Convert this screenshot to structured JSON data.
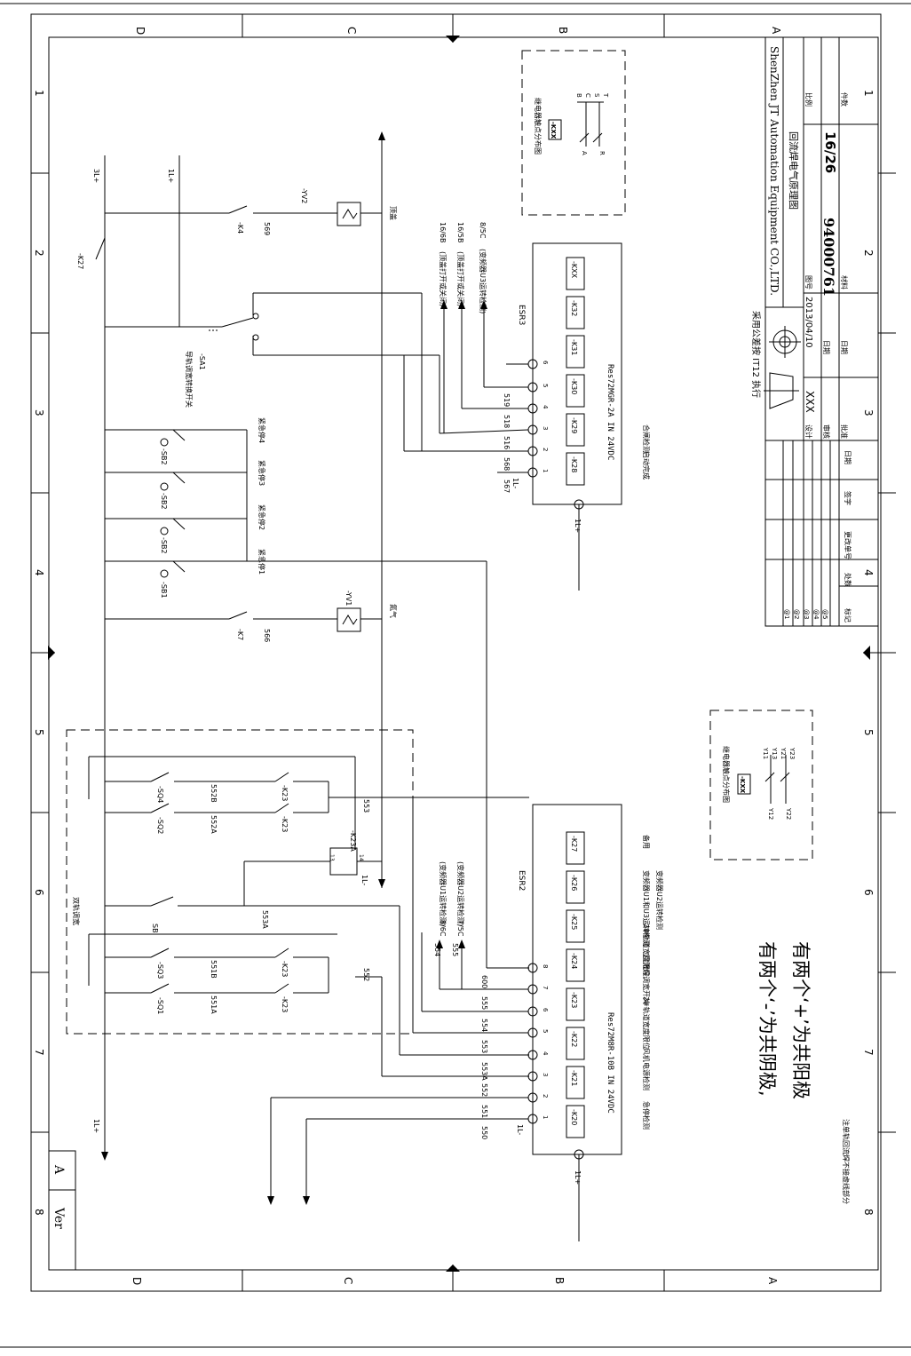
{
  "zone_letters": [
    "D",
    "C",
    "B",
    "A"
  ],
  "zone_numbers": [
    "1",
    "2",
    "3",
    "4",
    "5",
    "6",
    "7",
    "8"
  ],
  "title_block": {
    "company": "ShenZhen JT Automation Equipment CO.,LTD.",
    "drawing_title": "回流焊电气原理图",
    "drawing_no": "94000761",
    "sheet": "16/26",
    "scale_label": "比例",
    "qty_label": "件数",
    "material_label": "材料",
    "graph_no_label": "图号",
    "design_label": "设计",
    "design_value": "XXX",
    "review_label": "审核",
    "approve_label": "批准",
    "date_label": "日期",
    "date_value": "2013/04/10",
    "projection_text": "采用公差按 IT12 执行",
    "rev_cols": [
      "标记",
      "处数",
      "更改单号",
      "签字",
      "日期"
    ],
    "rev_rows": [
      "@1",
      "@2",
      "@3",
      "@4",
      "@5"
    ]
  },
  "version": {
    "label": "Ver",
    "value": "A"
  },
  "notes": {
    "big_note_1": "有两个‘-’为共阴极,",
    "big_note_2": "有两个‘+’为共阳极",
    "small_note": "注单轨回流焊不接虚线部分"
  },
  "power": {
    "p1": "1L+",
    "p2": "3L+",
    "p3": "1L+",
    "n1": "1L-",
    "n2": "1L-",
    "n3": "1L-",
    "p4": "1L+",
    "p5": "1L+"
  },
  "relay_contact_chart_1": {
    "title": "继电器触点分布图",
    "coil": "-KXX",
    "pins": [
      "A",
      "R",
      "B",
      "C",
      "S",
      "T"
    ]
  },
  "relay_contact_chart_2": {
    "title": "继电器触点分布图",
    "coil": "-KXX",
    "pins": [
      "Y12",
      "Y22",
      "Y11",
      "Y13",
      "Y21",
      "Y23"
    ]
  },
  "esr3": {
    "name": "ESR3",
    "model": "Res72MGR-2A  IN 24VDC",
    "relays": [
      "-K28",
      "-K29",
      "-K30",
      "-K31",
      "-K32",
      "-KXX"
    ],
    "terminals": [
      "1",
      "2",
      "3",
      "4",
      "5",
      "6"
    ],
    "wires": [
      "567",
      "568",
      "516",
      "518",
      "519"
    ],
    "labels_left": [
      "启动完成",
      "合闸检测"
    ],
    "outputs": [
      {
        "code": "16/6B",
        "desc": "(顶盖打开或关闭)"
      },
      {
        "code": "16/5B",
        "desc": "(顶盖打开或关闭)"
      },
      {
        "code": "8/5C",
        "desc": "(变频器U3运转检测)"
      }
    ]
  },
  "esr2": {
    "name": "ESR2",
    "model": "Res72M8R-10B  IN 24VDC",
    "relays": [
      "-K20",
      "-K21",
      "-K22",
      "-K23",
      "-K24",
      "-K25",
      "-K26",
      "-K27"
    ],
    "terminals": [
      "1",
      "2",
      "3",
      "4",
      "5",
      "6",
      "7",
      "8"
    ],
    "wires": [
      "550",
      "551",
      "552",
      "553A",
      "553",
      "554",
      "555",
      "600"
    ],
    "labels": [
      "急停检测",
      "风机电源检测",
      "2#轨道宽度限位",
      "回流焊调宽开关",
      "2#轨道宽度限位",
      "变频器U1和U3运转检测",
      "变频器U2运转检测",
      "备用"
    ],
    "outputs": [
      {
        "code": "8/6C",
        "desc": "(变频器U1运转检测)"
      },
      {
        "code": "7/5C",
        "desc": "(变频器U2运转检测)"
      }
    ],
    "side_wires": [
      "554",
      "555"
    ]
  },
  "components": {
    "k27": "-K27",
    "k4": "-K4",
    "w569": "569",
    "yv2": "-YV2",
    "yv2_note": "顶盖",
    "sa1": "-SA1",
    "sa1_label": "导轨调宽转换开关",
    "sb1": "-SB1",
    "sb2": "-SB2",
    "estops": [
      "紧急停1",
      "紧急停2",
      "紧急停3",
      "紧急停4"
    ],
    "k7": "-K7",
    "w566": "566",
    "yv1": "-YV1",
    "yv1_note": "氮气",
    "sq1": "-SQ1",
    "sq2": "-SQ2",
    "sq3": "-SQ3",
    "sq4": "-SQ4",
    "k23": "-K23",
    "k23a": "-K23A",
    "sb": "SB",
    "w551a": "551A",
    "w551b": "551B",
    "w552a": "552A",
    "w552b": "552B",
    "w553": "553",
    "w553a": "553A",
    "w552": "552",
    "dual_track_label": "双轨调宽",
    "pin_13": "13",
    "pin_14": "14"
  }
}
